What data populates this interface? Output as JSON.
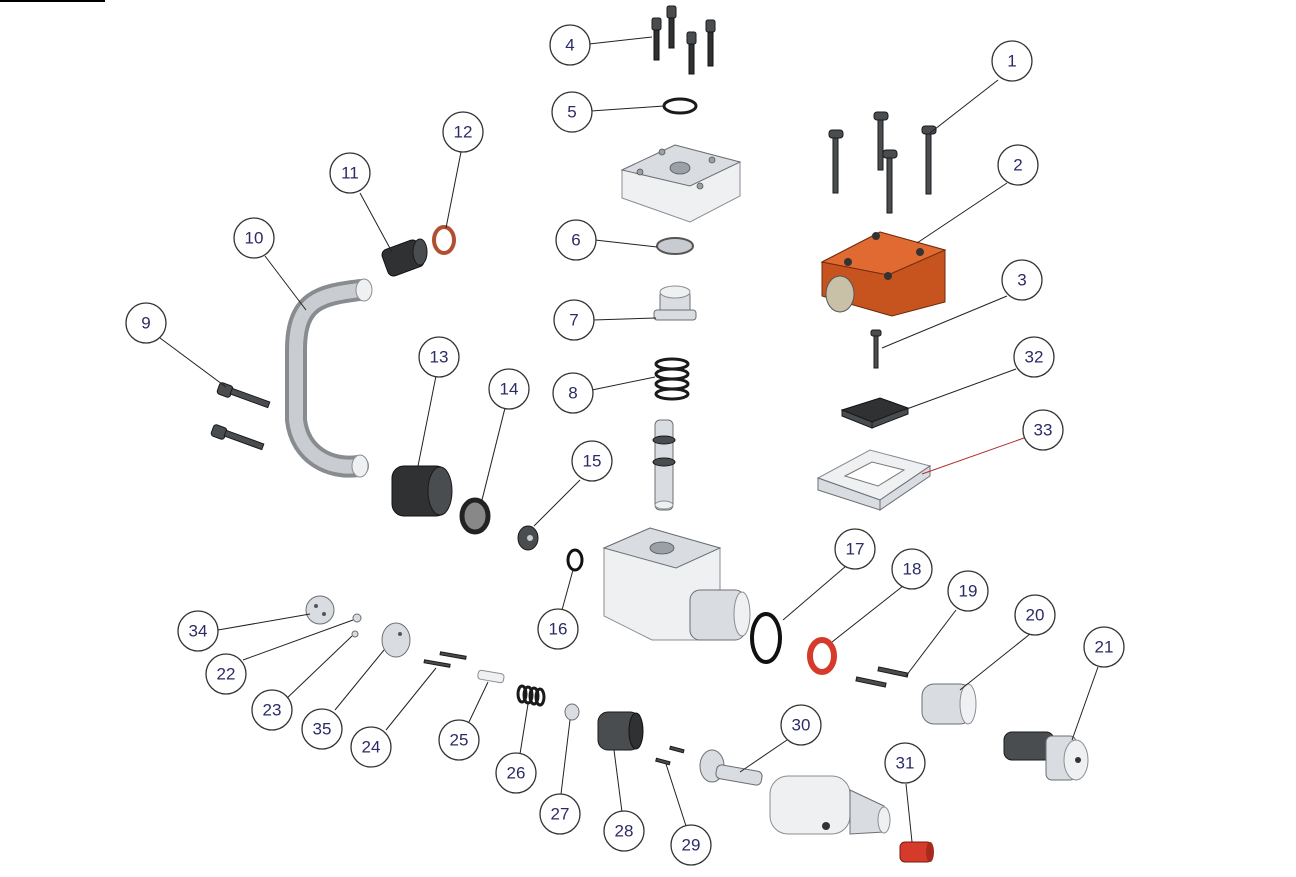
{
  "callouts": [
    "1",
    "2",
    "3",
    "4",
    "5",
    "6",
    "7",
    "8",
    "9",
    "10",
    "11",
    "12",
    "13",
    "14",
    "15",
    "16",
    "17",
    "18",
    "19",
    "20",
    "21",
    "22",
    "23",
    "24",
    "25",
    "26",
    "27",
    "28",
    "29",
    "30",
    "31",
    "32",
    "33",
    "34",
    "35"
  ],
  "colors": {
    "callout_text": "#2b2b66",
    "body_orange": "#c7541f",
    "seal_red": "#d63a2a",
    "metal": "#d9dce0",
    "dark_part": "#2f3133"
  }
}
